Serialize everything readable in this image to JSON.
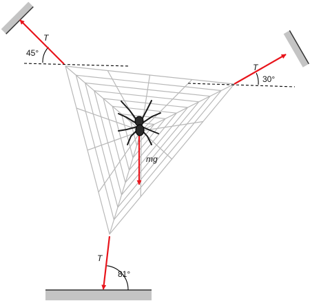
{
  "labels": {
    "tension_upper_left": "T",
    "angle_upper_left": "45°",
    "tension_right": "T",
    "angle_right": "30°",
    "weight": "mg",
    "tension_bottom": "T",
    "angle_bottom": "81°"
  },
  "colors": {
    "force_arrow": "#e8141b",
    "web": "#b8b8b8",
    "support": "#c4c4c4",
    "spider": "#1a1a1a"
  }
}
